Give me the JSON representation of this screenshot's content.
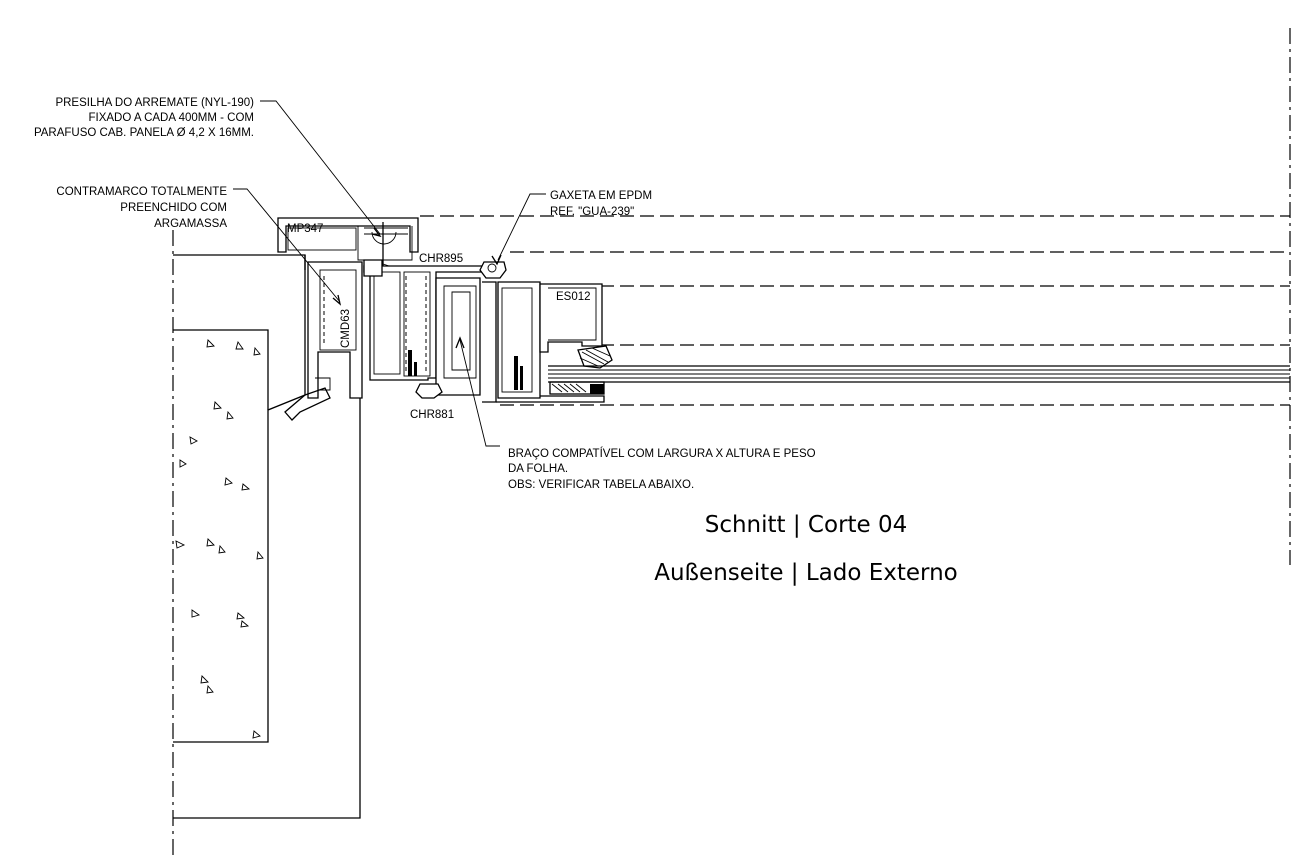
{
  "annotations": {
    "clip": {
      "line1": "PRESILHA DO ARREMATE (NYL-190)",
      "line2": "FIXADO A CADA 400MM - COM",
      "line3": "PARAFUSO CAB. PANELA Ø 4,2 X  16MM."
    },
    "subframe": {
      "line1": "CONTRAMARCO TOTALMENTE",
      "line2": "PREENCHIDO COM",
      "line3": "ARGAMASSA"
    },
    "gasket": {
      "line1": "GAXETA EM EPDM",
      "line2": "REF. \"GUA-239\""
    },
    "arm": {
      "line1": "BRAÇO COMPATÍVEL COM LARGURA X ALTURA E PESO",
      "line2": "DA FOLHA.",
      "line3": "OBS: VERIFICAR TABELA ABAIXO."
    }
  },
  "profiles": {
    "mp347": "MP347",
    "chr895": "CHR895",
    "es012": "ES012",
    "cmd63": "CMD63",
    "chr881": "CHR881"
  },
  "titles": {
    "section": "Schnitt | Corte 04",
    "side": "Außenseite | Lado Externo"
  }
}
